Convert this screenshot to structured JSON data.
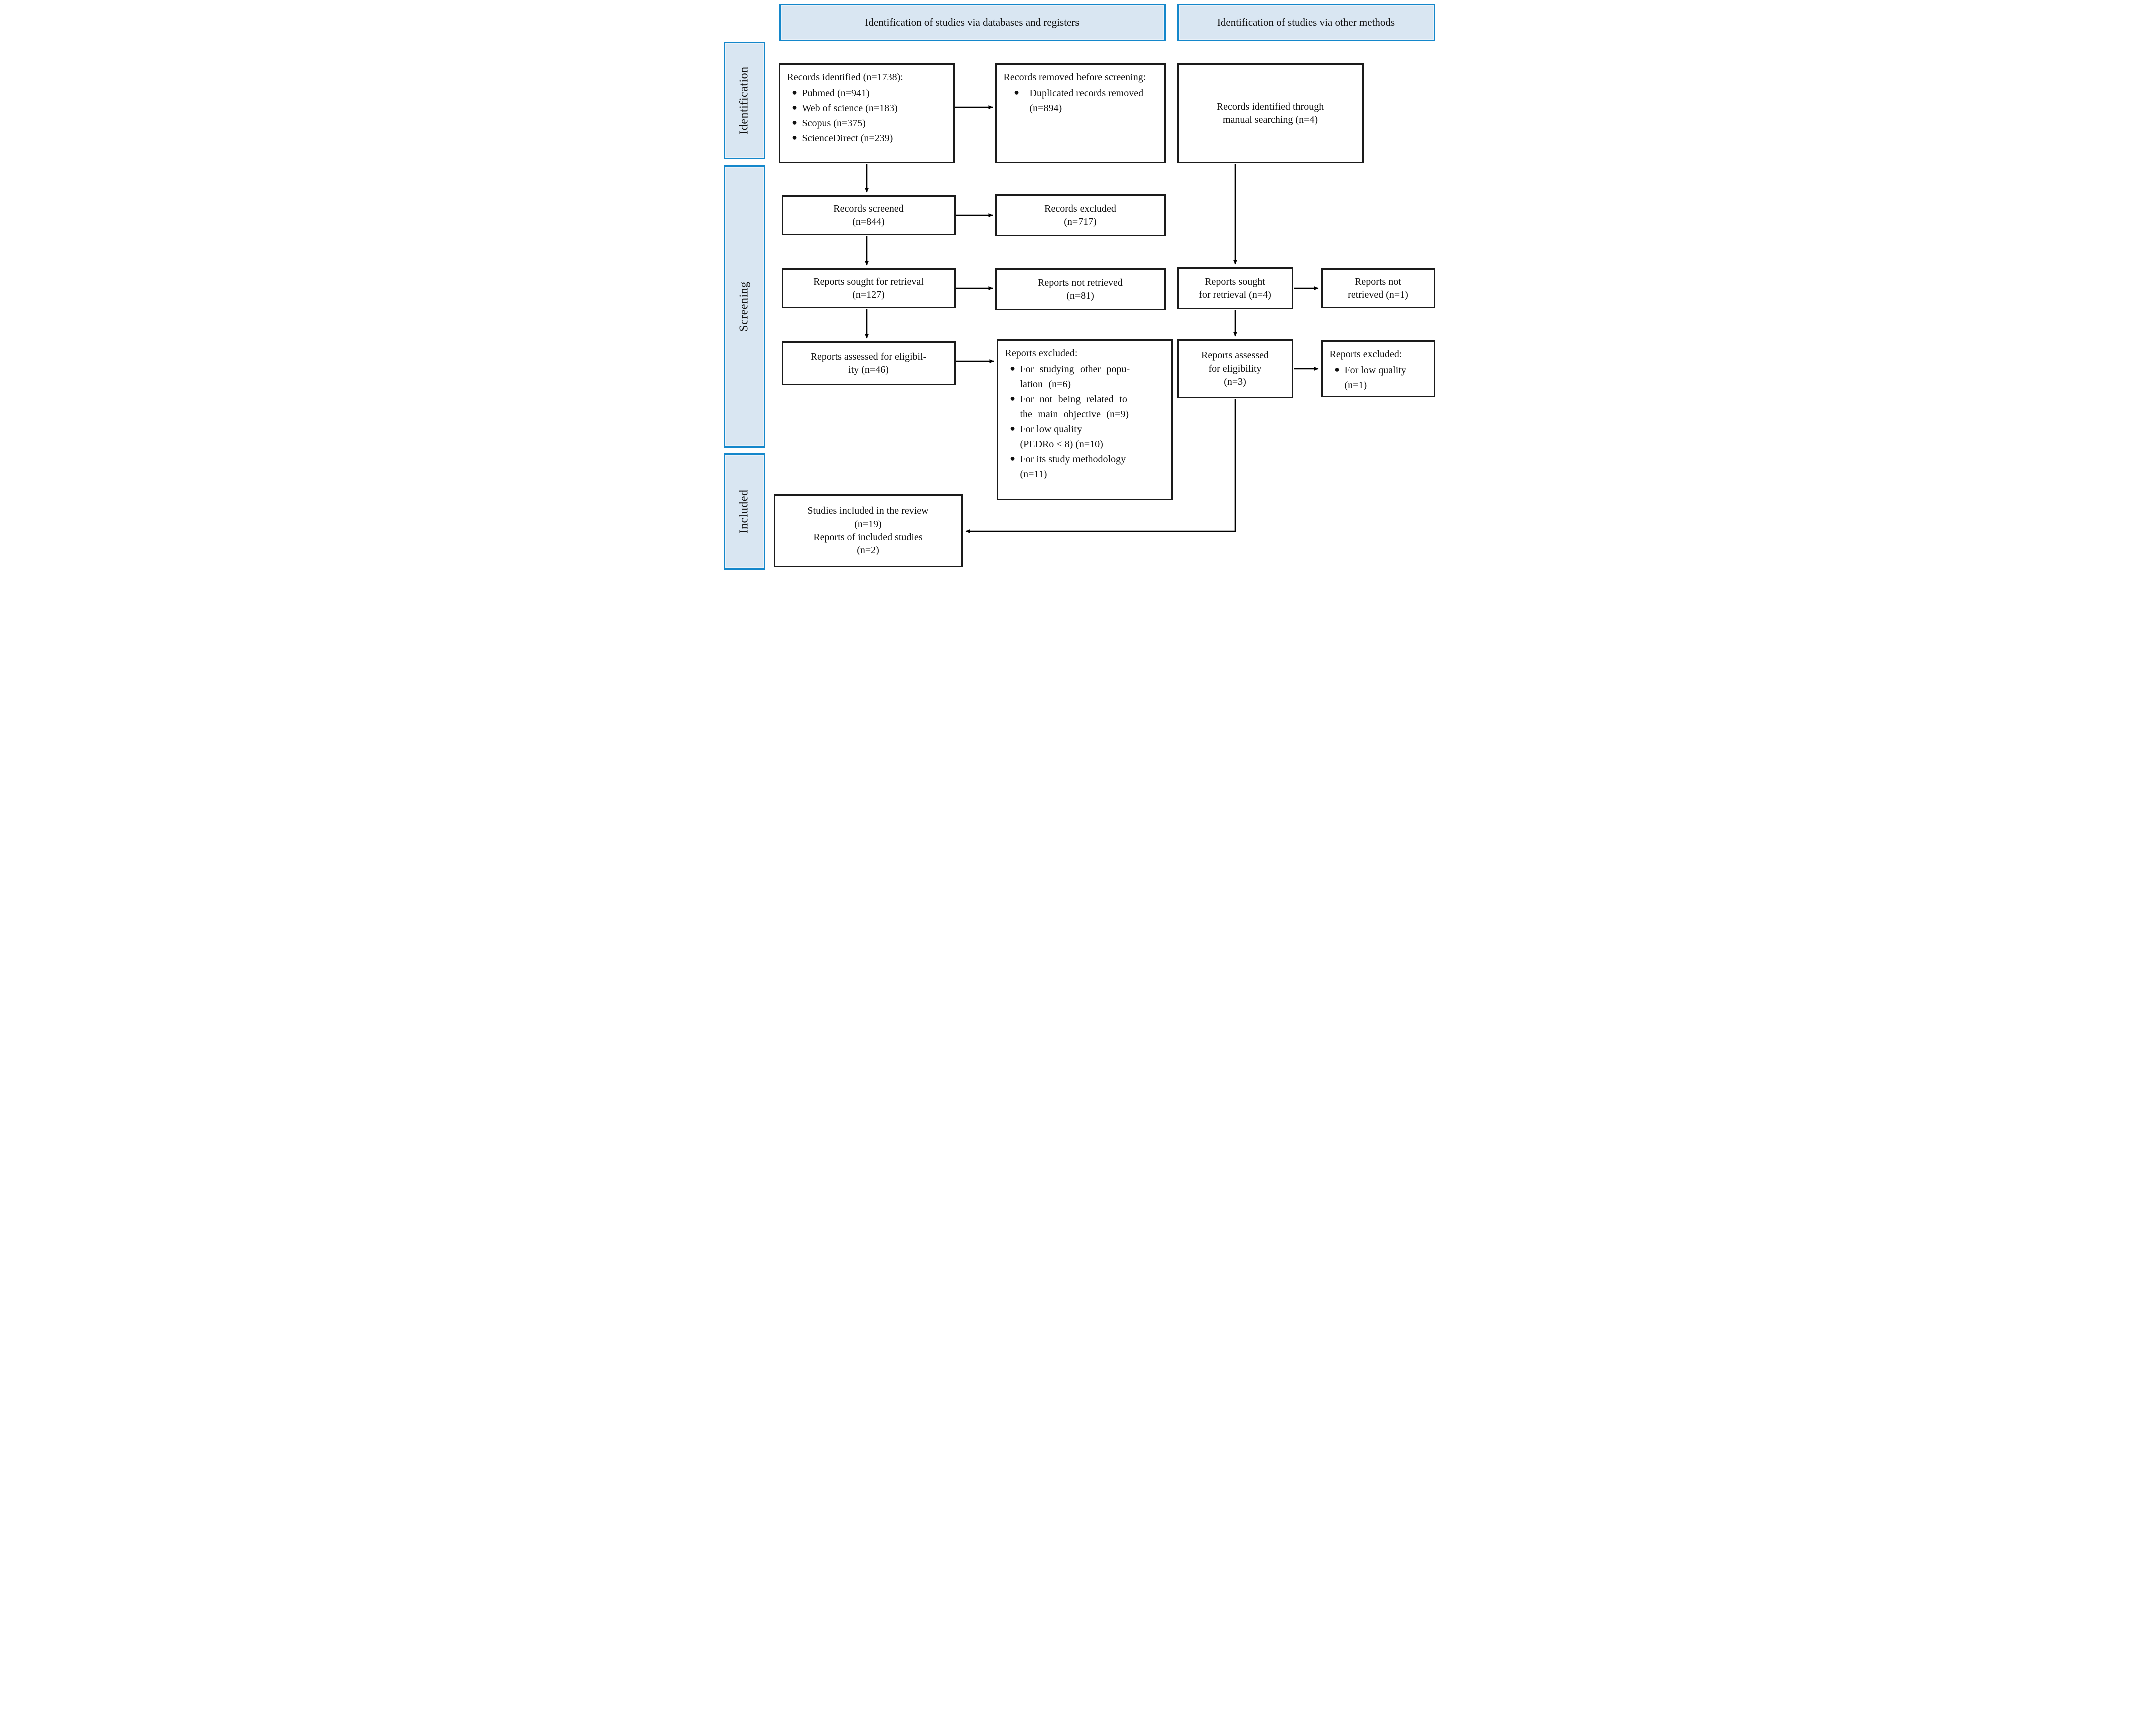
{
  "diagram": {
    "headers": {
      "databases": "Identification of studies via databases and registers",
      "other_methods": "Identification of studies via other methods"
    },
    "stages": {
      "identification": "Identification",
      "screening": "Screening",
      "included": "Included"
    },
    "colors": {
      "stage_fill": "#d9e6f2",
      "stage_border": "#1487cb",
      "box_border": "#1a1a1a",
      "box_fill": "#ffffff",
      "arrow": "#000000"
    },
    "boxes": {
      "records_identified": {
        "title": "Records identified (n=1738):",
        "bullets": [
          "Pubmed (n=941)",
          "Web of science (n=183)",
          "Scopus (n=375)",
          "ScienceDirect (n=239)"
        ]
      },
      "records_removed": {
        "title": "Records removed before screening:",
        "bullets": [
          "Duplicated records removed (n=894)"
        ]
      },
      "manual_search": {
        "text": "Records identified through\nmanual searching (n=4)"
      },
      "records_screened": {
        "text": "Records screened\n(n=844)"
      },
      "records_excluded": {
        "text": "Records excluded\n(n=717)"
      },
      "reports_sought_db": {
        "text": "Reports sought for retrieval\n(n=127)"
      },
      "reports_not_retrieved_db": {
        "text": "Reports not retrieved\n(n=81)"
      },
      "reports_sought_other": {
        "text": "Reports sought\nfor retrieval (n=4)"
      },
      "reports_not_retrieved_other": {
        "text": "Reports not\nretrieved (n=1)"
      },
      "reports_assessed_db": {
        "text": "Reports assessed for eligibil-\nity (n=46)"
      },
      "reports_excluded_db": {
        "title": "Reports excluded:",
        "bullets": [
          "For studying other popu-\nlation (n=6)",
          "For not being related to\nthe main objective (n=9)",
          "For low quality\n(PEDRo < 8) (n=10)",
          "For its study methodology\n(n=11)"
        ]
      },
      "reports_assessed_other": {
        "text": "Reports assessed\nfor eligibility\n(n=3)"
      },
      "reports_excluded_other": {
        "title": "Reports excluded:",
        "bullets": [
          "For low quality\n(n=1)"
        ]
      },
      "studies_included": {
        "text": "Studies included in the review\n(n=19)\nReports of included studies\n(n=2)"
      }
    }
  }
}
